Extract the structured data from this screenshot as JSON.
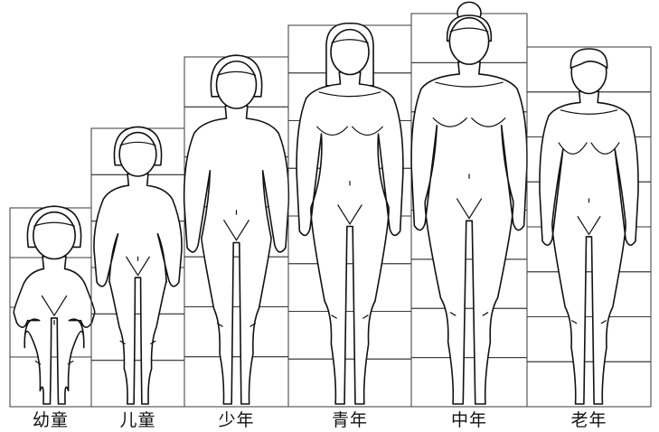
{
  "stages": [
    {
      "label": "幼童",
      "heads_tall": 4
    },
    {
      "label": "儿童",
      "heads_tall": 6
    },
    {
      "label": "少年",
      "heads_tall": 7
    },
    {
      "label": "青年",
      "heads_tall": 8
    },
    {
      "label": "中年",
      "heads_tall": 8
    },
    {
      "label": "老年",
      "heads_tall": 8
    }
  ]
}
